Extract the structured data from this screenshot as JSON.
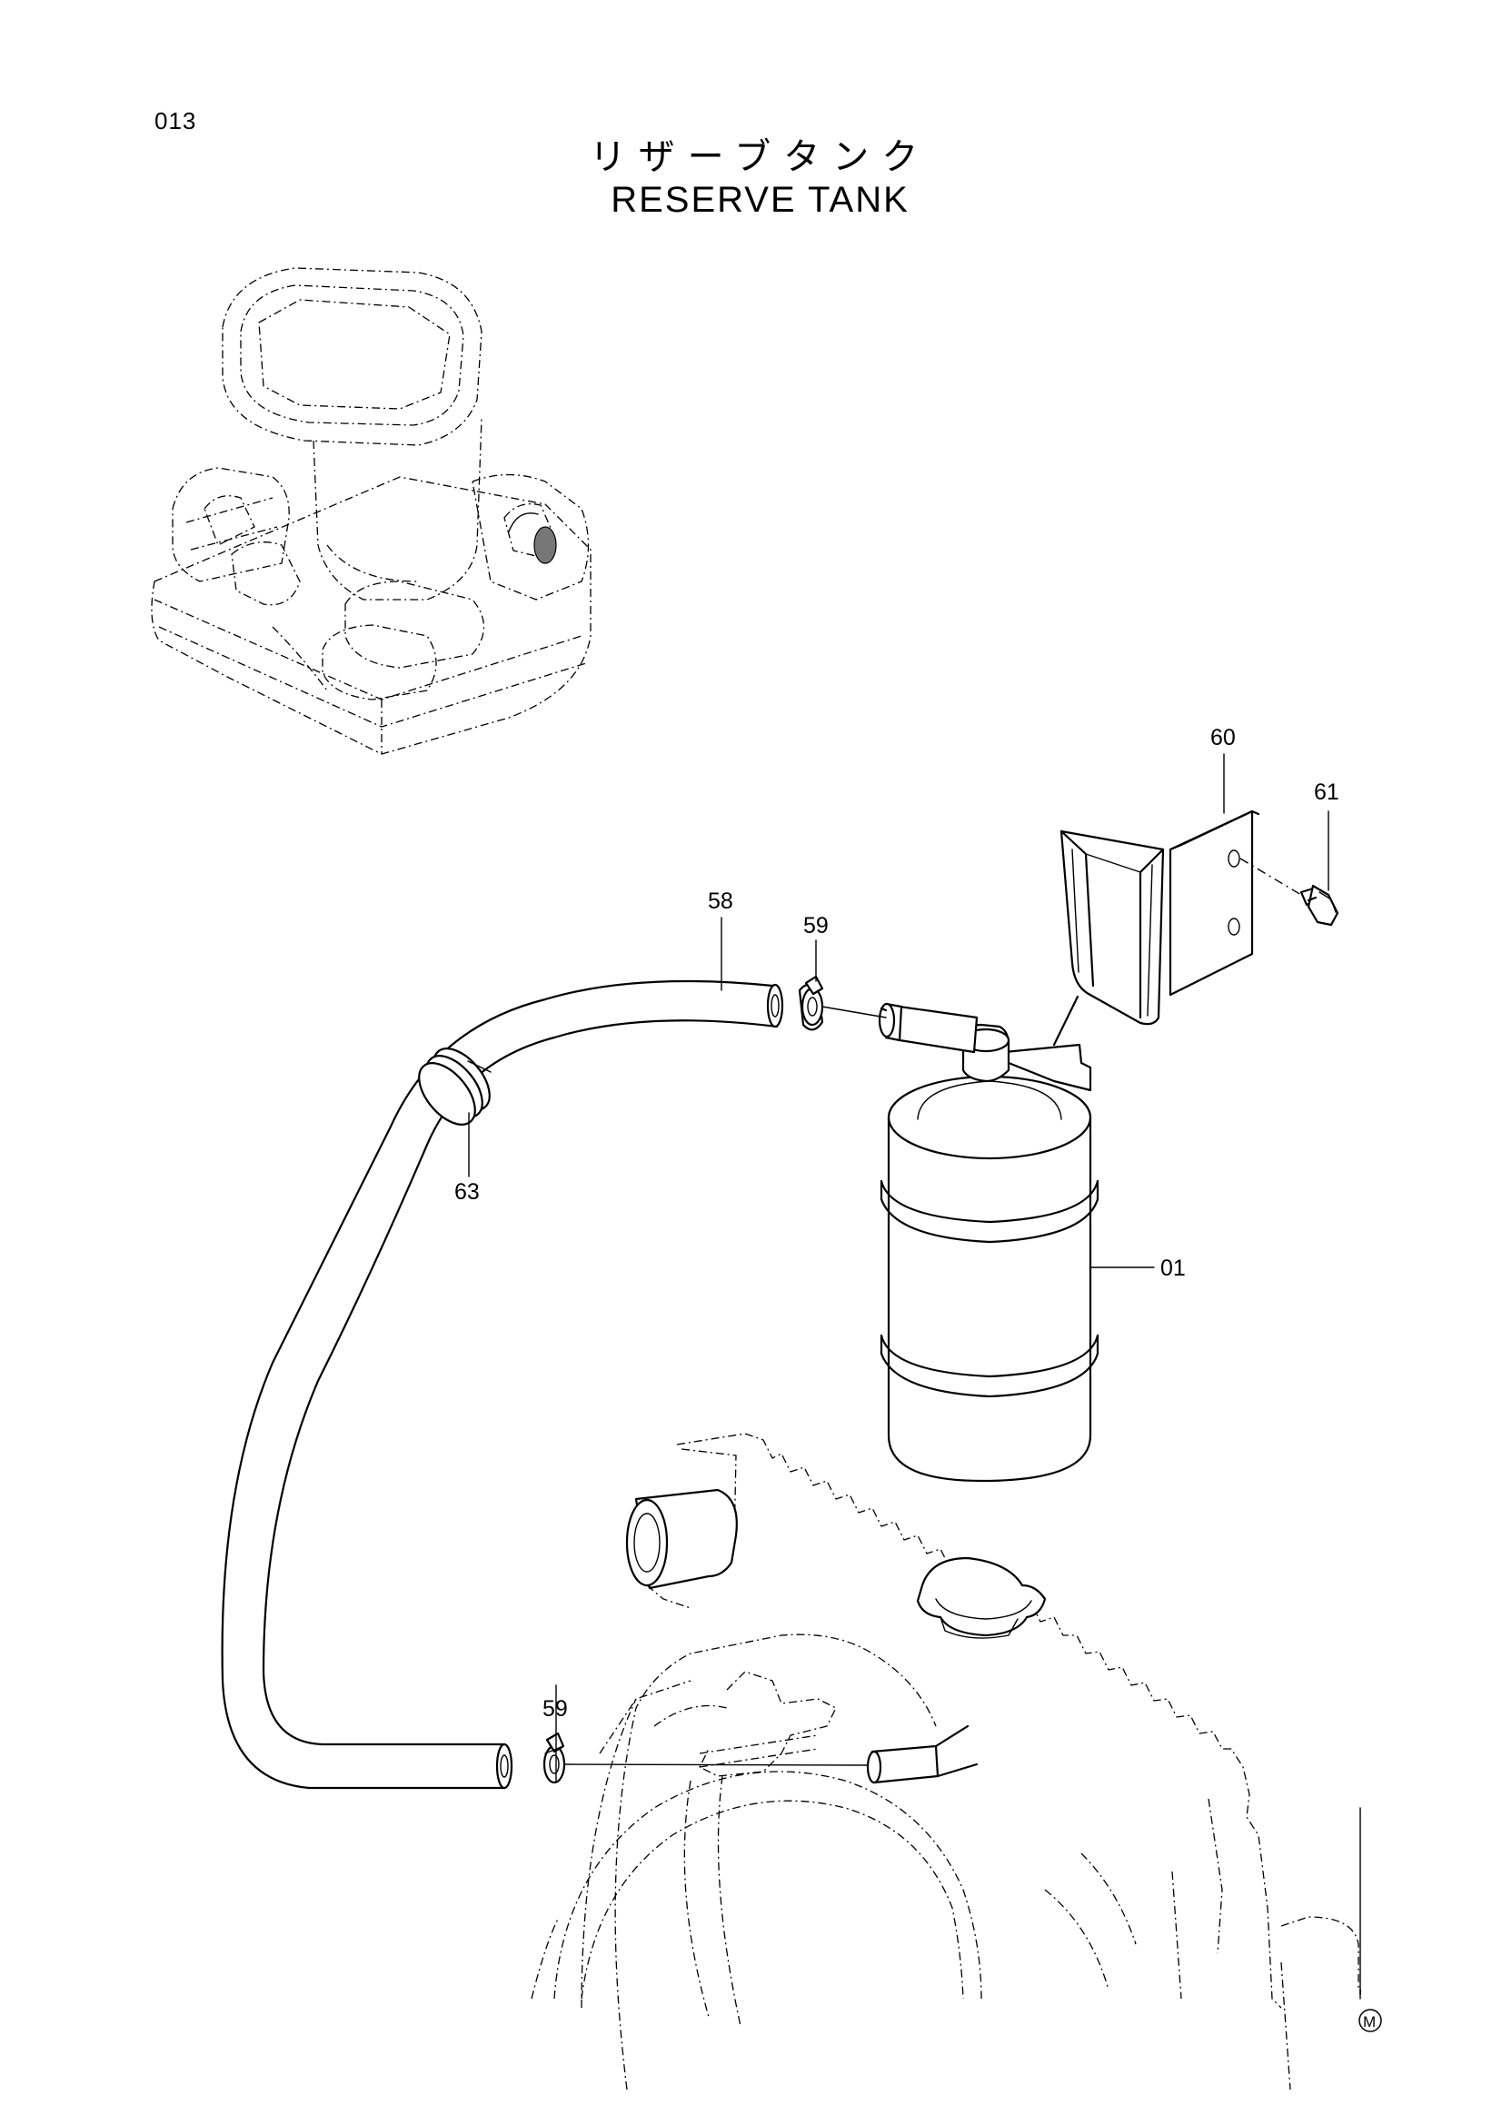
{
  "page_number": "013",
  "title_japanese": "リザーブタンク",
  "title_english": "RESERVE TANK",
  "callouts": {
    "tank": "01",
    "hose": "58",
    "clamp_upper": "59",
    "clamp_lower": "59",
    "bracket": "60",
    "bolt": "61",
    "clip": "63"
  },
  "footer_mark": "M"
}
